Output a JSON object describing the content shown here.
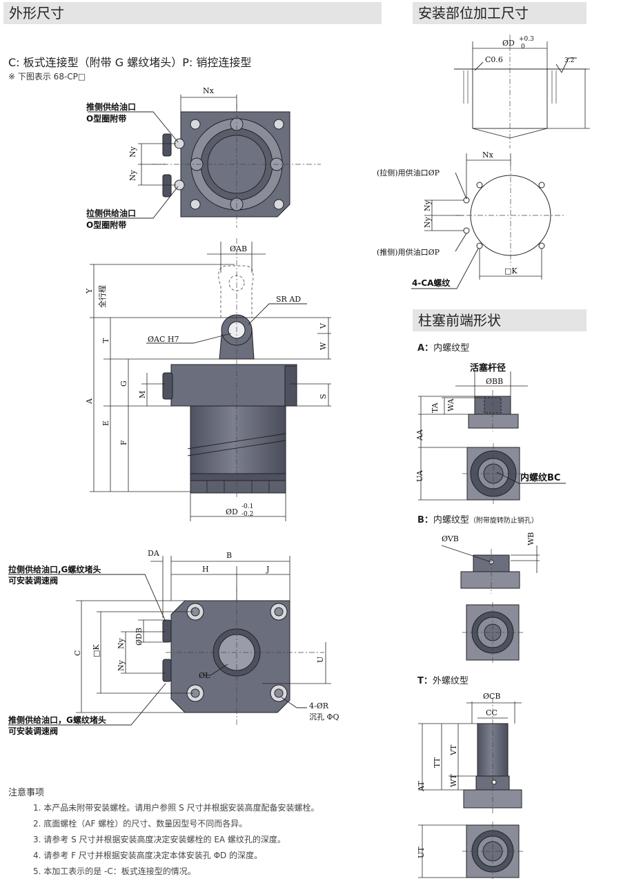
{
  "headers": {
    "left": "外形尺寸",
    "right_top": "安装部位加工尺寸",
    "right_mid": "柱塞前端形状"
  },
  "left": {
    "subtitle": "C: 板式连接型（附带 G 螺纹堵头）P: 销控连接型",
    "note": "※ 下图表示 68-CP□",
    "top_view": {
      "dim_nx": "Nx",
      "dim_ny": "Ny",
      "label_push": "推侧供给油口",
      "label_push_sub": "O型圈附带",
      "label_pull": "拉侧供给油口",
      "label_pull_sub": "O型圈附带"
    },
    "front_view": {
      "dim_ab": "ØAB",
      "dim_y": "Y",
      "dim_y_sub": "全行程",
      "dim_srad": "SR AD",
      "dim_v": "V",
      "dim_t": "T",
      "dim_ac": "ØAC H7",
      "dim_w": "W",
      "dim_g": "G",
      "dim_m": "M",
      "dim_s": "S",
      "dim_a": "A",
      "dim_e": "E",
      "dim_f": "F",
      "dim_d": "ØD",
      "tol_upper": "-0.1",
      "tol_lower": "-0.2"
    },
    "bottom_view": {
      "dim_da": "DA",
      "dim_b": "B",
      "dim_h": "H",
      "dim_j": "J",
      "dim_c": "C",
      "dim_k": "□K",
      "dim_db": "ØDB",
      "dim_ny": "Ny",
      "dim_l": "ØL",
      "dim_u": "U",
      "dim_r": "4-ØR",
      "dim_q": "沉孔 ΦQ",
      "label_pull": "拉侧供给油口,G螺纹堵头",
      "label_pull_sub": "可安装调速阀",
      "label_push": "推侧供给油口，G螺纹堵头",
      "label_push_sub": "可安装调速阀"
    },
    "notes": {
      "title": "注意事项",
      "items": [
        "1. 本产品未附带安装螺栓。请用户参照 S 尺寸并根据安装高度配备安装螺栓。",
        "2. 底面螺栓（AF 螺栓）的尺寸、数量因型号不同而各异。",
        "3. 请参考 S 尺寸并根据安装高度决定安装螺栓的 EA 螺纹孔的深度。",
        "4. 请参考 F 尺寸并根据安装高度决定本体安装孔 ΦD 的深度。",
        "5. 本加工表示的是 -C：板式连接型的情况。"
      ]
    }
  },
  "right": {
    "mounting": {
      "dim_d": "ØD",
      "tol_upper": "+0.3",
      "tol_lower": "0",
      "chamfer": "C0.6",
      "roughness": "3.2",
      "dim_nx": "Nx",
      "label_pull": "(拉侧)用供油口ØP",
      "label_push": "(推侧)用供油口ØP",
      "dim_ny": "Ny",
      "dim_k": "□K",
      "label_ca": "4-CA螺纹"
    },
    "type_a": {
      "title_code": "A：",
      "title": "内螺纹型",
      "label_rod": "活塞杆径",
      "dim_bb": "ØBB",
      "dim_ta": "TA",
      "dim_wa": "WA",
      "dim_aa": "AA",
      "dim_ua": "UA",
      "label_bc": "内螺纹BC"
    },
    "type_b": {
      "title_code": "B：",
      "title": "内螺纹型",
      "title_note": "（附带旋转防止销孔）",
      "dim_vb": "ØVB",
      "dim_wb": "WB"
    },
    "type_t": {
      "title_code": "T：",
      "title": "外螺纹型",
      "dim_cb": "ØCB",
      "dim_cc": "CC",
      "dim_at": "AT",
      "dim_tt": "TT",
      "dim_vt": "VT",
      "dim_wt": "WT",
      "dim_ut": "UT"
    }
  },
  "colors": {
    "header_bg": "#e4e4e4",
    "body_main": "#6b6e7c",
    "body_light": "#8a8d99",
    "body_dark": "#4e5160"
  }
}
